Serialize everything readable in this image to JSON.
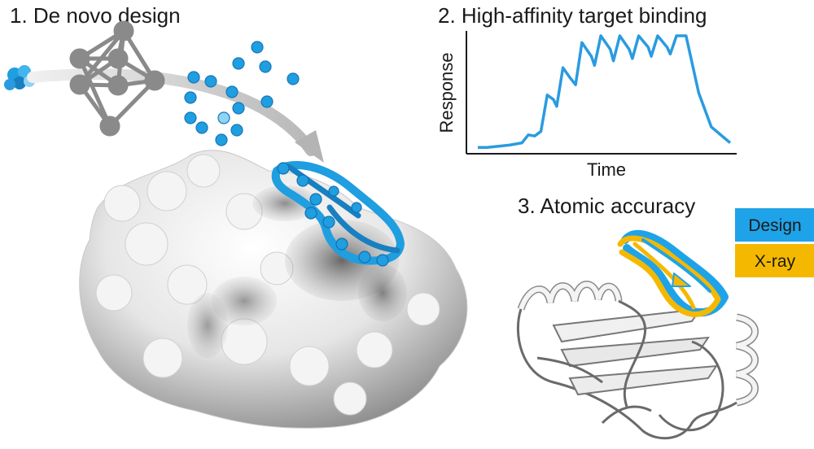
{
  "panel1": {
    "title": "1. De novo design",
    "colors": {
      "binder": "#1f9ee0",
      "network": "#8a8a8a",
      "surface": "#bdbdbd"
    }
  },
  "panel2": {
    "title": "2. High-affinity target binding",
    "xlabel": "Time",
    "ylabel": "Response",
    "color": "#2a9be0"
  },
  "panel3": {
    "title": "3. Atomic accuracy",
    "legend": [
      {
        "label": "Design",
        "color": "#1fa3e8"
      },
      {
        "label": "X-ray",
        "color": "#f5b800"
      }
    ]
  },
  "chart_data": {
    "type": "line",
    "title": "2. High-affinity target binding",
    "xlabel": "Time",
    "ylabel": "Response",
    "series": [
      {
        "values": [
          [
            0,
            0.02
          ],
          [
            3,
            0.02
          ],
          [
            10,
            0.04
          ],
          [
            14,
            0.06
          ],
          [
            16,
            0.13
          ],
          [
            18,
            0.12
          ],
          [
            20,
            0.16
          ],
          [
            22,
            0.48
          ],
          [
            24,
            0.44
          ],
          [
            25,
            0.38
          ],
          [
            27,
            0.72
          ],
          [
            29,
            0.64
          ],
          [
            31,
            0.57
          ],
          [
            33,
            0.94
          ],
          [
            36,
            0.82
          ],
          [
            37,
            0.74
          ],
          [
            39,
            1.0
          ],
          [
            42,
            0.88
          ],
          [
            43,
            0.78
          ],
          [
            45,
            1.0
          ],
          [
            48,
            0.88
          ],
          [
            49,
            0.8
          ],
          [
            51,
            1.0
          ],
          [
            54,
            0.9
          ],
          [
            55,
            0.82
          ],
          [
            57,
            1.0
          ],
          [
            60,
            0.9
          ],
          [
            61,
            0.84
          ],
          [
            63,
            1.0
          ],
          [
            66,
            1.0
          ],
          [
            70,
            0.5
          ],
          [
            74,
            0.2
          ],
          [
            80,
            0.06
          ]
        ]
      }
    ]
  }
}
